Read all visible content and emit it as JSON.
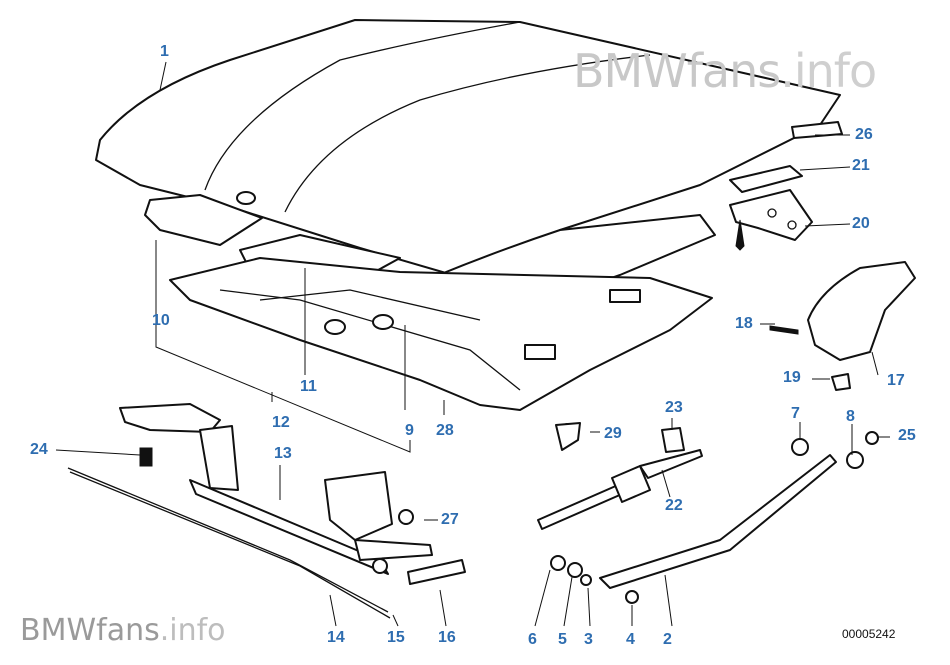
{
  "watermark_top": {
    "brand": "BMWfans",
    "suffix": ".info"
  },
  "watermark_bottom": {
    "brand": "BMWfans",
    "suffix": ".info"
  },
  "diagram_code": "00005242",
  "callouts": {
    "p1": "1",
    "p2": "2",
    "p3": "3",
    "p4": "4",
    "p5": "5",
    "p6": "6",
    "p7": "7",
    "p8": "8",
    "p9": "9",
    "p10": "10",
    "p11": "11",
    "p12": "12",
    "p13": "13",
    "p14": "14",
    "p15": "15",
    "p16": "16",
    "p17": "17",
    "p18": "18",
    "p19": "19",
    "p20": "20",
    "p21": "21",
    "p22": "22",
    "p23": "23",
    "p24": "24",
    "p25": "25",
    "p26": "26",
    "p27": "27",
    "p28": "28",
    "p29": "29"
  }
}
